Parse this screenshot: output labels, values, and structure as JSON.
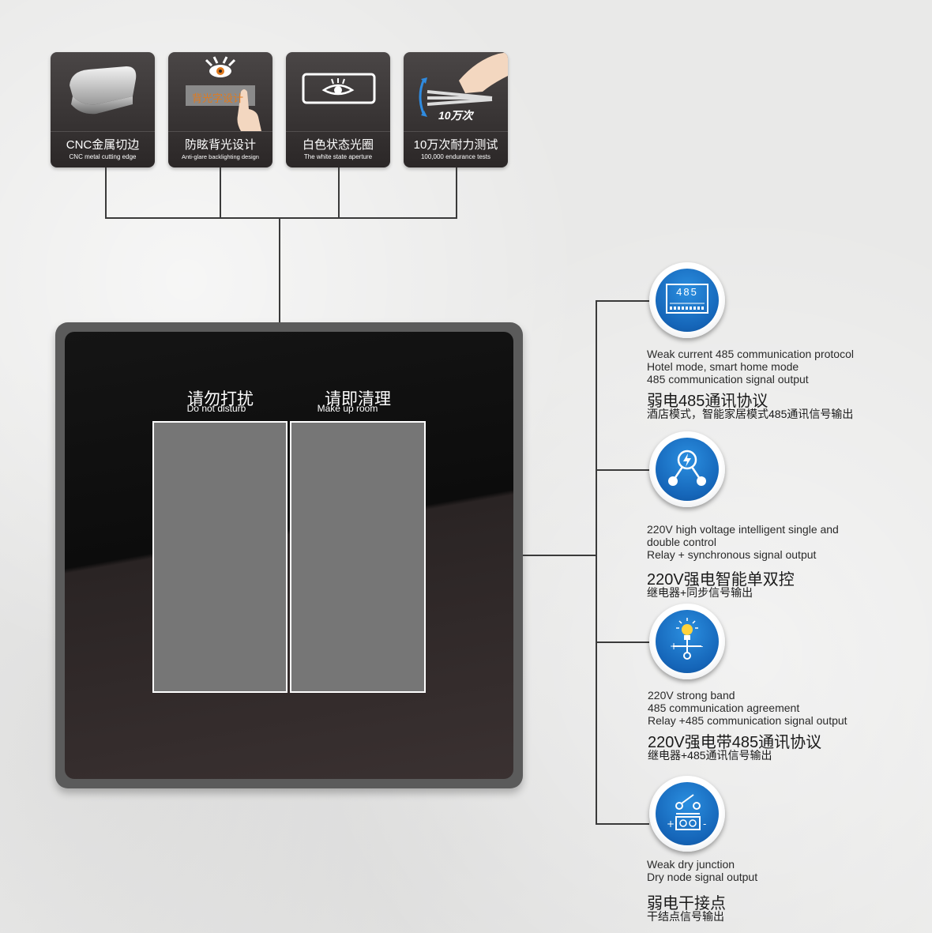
{
  "features_top": [
    {
      "cn": "CNC金属切边",
      "en": "CNC metal cutting edge",
      "icon": "metal-edge-icon"
    },
    {
      "cn": "防眩背光设计",
      "en": "Anti-glare backlighting design",
      "icon": "eye-backlight-icon",
      "art_text": "背光字设计"
    },
    {
      "cn": "白色状态光圈",
      "en": "The white state aperture",
      "icon": "eye-aperture-icon"
    },
    {
      "cn": "10万次耐力测试",
      "en": "100,000 endurance tests",
      "icon": "press-test-icon",
      "art_text": "10万次"
    }
  ],
  "panel": {
    "buttons": [
      {
        "cn": "请勿打扰",
        "en": "Do not disturb"
      },
      {
        "cn": "请即清理",
        "en": "Make up room"
      }
    ]
  },
  "features_right": [
    {
      "icon": "rs485-icon",
      "icon_text": "485",
      "en_lines": [
        "Weak current 485 communication protocol",
        "Hotel mode, smart home mode",
        "485 communication signal output"
      ],
      "cn_title": "弱电485通讯协议",
      "cn_sub": "酒店模式，智能家居模式485通讯信号输出"
    },
    {
      "icon": "high-voltage-node-icon",
      "en_lines": [
        "220V high voltage intelligent single and",
        "double control",
        "Relay + synchronous signal output"
      ],
      "cn_title": "220V强电智能单双控",
      "cn_sub": "继电器+同步信号输出"
    },
    {
      "icon": "lightbulb-relay-icon",
      "en_lines": [
        "220V strong band",
        "485 communication agreement",
        "Relay +485 communication signal output"
      ],
      "cn_title": "220V强电带485通讯协议",
      "cn_sub": "继电器+485通讯信号输出"
    },
    {
      "icon": "dry-contact-icon",
      "en_lines": [
        "Weak dry junction",
        "Dry node signal output"
      ],
      "cn_title": "弱电干接点",
      "cn_sub": "干结点信号输出"
    }
  ],
  "colors": {
    "accent_blue": "#1565b8",
    "panel_dark": "#2a2424",
    "button_gray": "#767676",
    "card_dark": "#2b2727"
  }
}
